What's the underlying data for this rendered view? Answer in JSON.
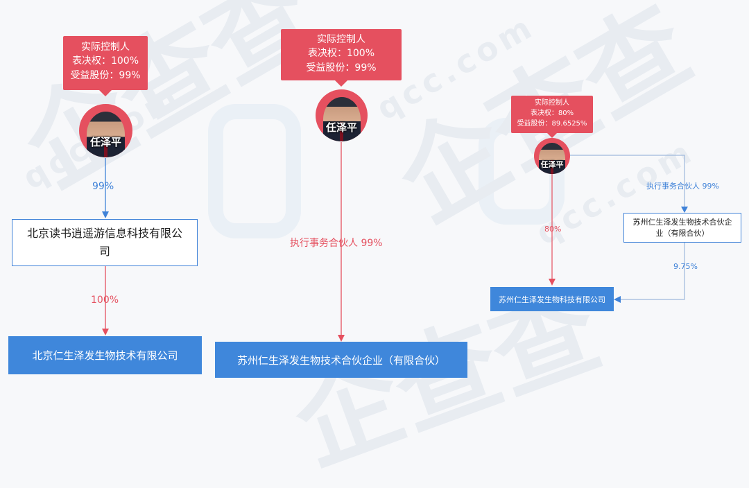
{
  "watermark": {
    "brand": "企查查",
    "domain": "qcc.com"
  },
  "panels": [
    {
      "controller_box": {
        "title": "实际控制人",
        "voting": "表决权：100%",
        "benefit": "受益股份：99%"
      },
      "person": "任泽平",
      "edge1_label": "99%",
      "intermediate": "北京读书逍遥游信息科技有限公司",
      "edge2_label": "100%",
      "target": "北京仁生泽发生物技术有限公司"
    },
    {
      "controller_box": {
        "title": "实际控制人",
        "voting": "表决权：100%",
        "benefit": "受益股份：99%"
      },
      "person": "任泽平",
      "edge_label": "执行事务合伙人 99%",
      "target": "苏州仁生泽发生物技术合伙企业（有限合伙）"
    },
    {
      "controller_box": {
        "title": "实际控制人",
        "voting": "表决权：80%",
        "benefit": "受益股份：89.6525%"
      },
      "person": "任泽平",
      "edge_partner_label": "执行事务合伙人 99%",
      "partnership": "苏州仁生泽发生物技术合伙企业（有限合伙）",
      "edge_direct_label": "80%",
      "edge_partnership_label": "9.75%",
      "target": "苏州仁生泽发生物科技有限公司"
    }
  ],
  "colors": {
    "red": "#e5505f",
    "blue": "#3f87db"
  }
}
